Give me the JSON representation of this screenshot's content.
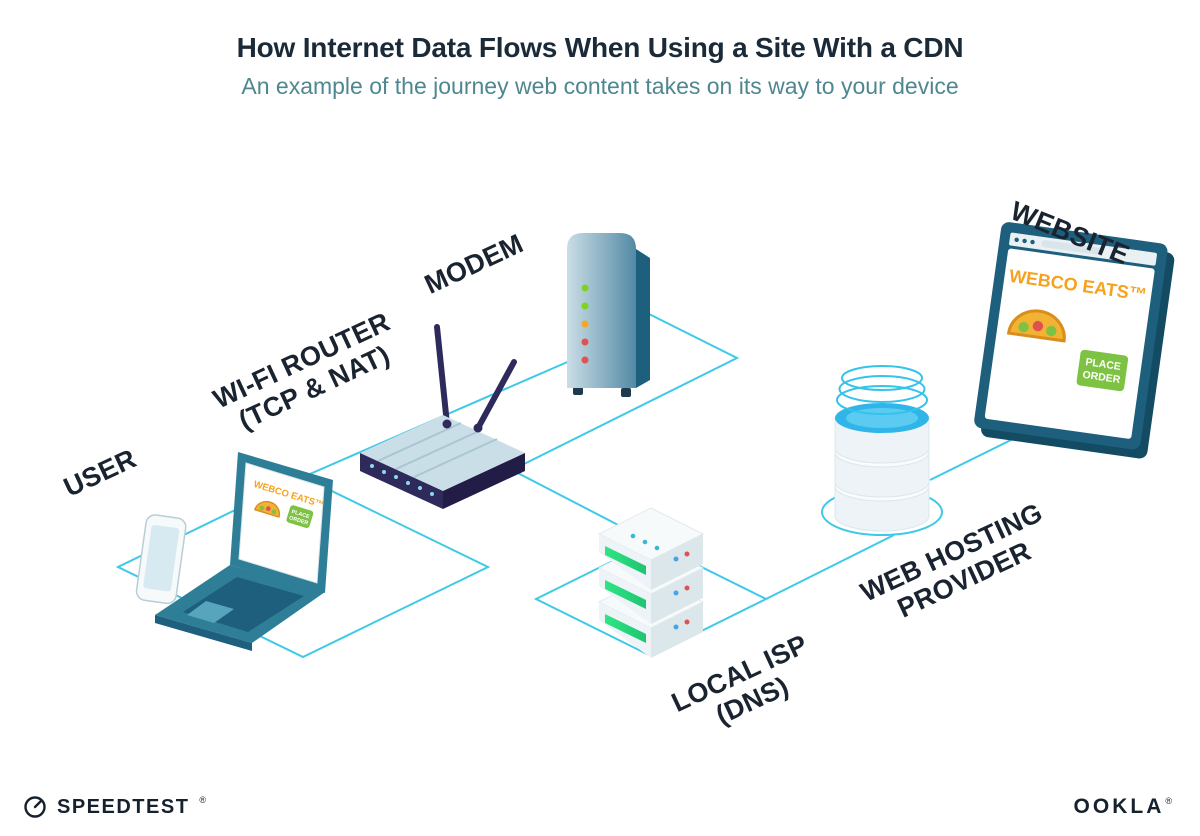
{
  "colors": {
    "accent_cyan": "#3EC9E9",
    "title_navy": "#1B2A38",
    "subtitle_teal": "#4F8790",
    "label_navy": "#1A2430",
    "device_teal": "#2E7E97",
    "device_teal_dark": "#1D5F7C",
    "router_navy": "#2E2A5C",
    "server_green": "#2EE584",
    "water_blue": "#2FB5E8",
    "brand_orange": "#F6A21E",
    "button_green": "#7DC242",
    "led_green": "#7ED321",
    "led_orange": "#F5A623",
    "led_red": "#E05252"
  },
  "header": {
    "title": "How Internet Data Flows When Using a Site With a CDN",
    "subtitle": "An example of the journey web content takes on its way to your device"
  },
  "diagram": {
    "nodes": [
      {
        "id": "user",
        "label1": "USER"
      },
      {
        "id": "wifi-router",
        "label1": "WI-FI ROUTER",
        "label2": "(TCP & NAT)"
      },
      {
        "id": "modem",
        "label1": "MODEM"
      },
      {
        "id": "local-isp",
        "label1": "LOCAL ISP",
        "label2": "(DNS)"
      },
      {
        "id": "web-hosting-provider",
        "label1": "WEB HOSTING",
        "label2": "PROVIDER"
      },
      {
        "id": "website",
        "label1": "WEBSITE"
      }
    ],
    "screens": {
      "brand": "WEBCO EATS™",
      "order_line1": "PLACE",
      "order_line2": "ORDER"
    }
  },
  "footer": {
    "speedtest_label": "SPEEDTEST",
    "speedtest_mark": "®",
    "ookla_label": "OOKLA",
    "ookla_mark": "®"
  }
}
